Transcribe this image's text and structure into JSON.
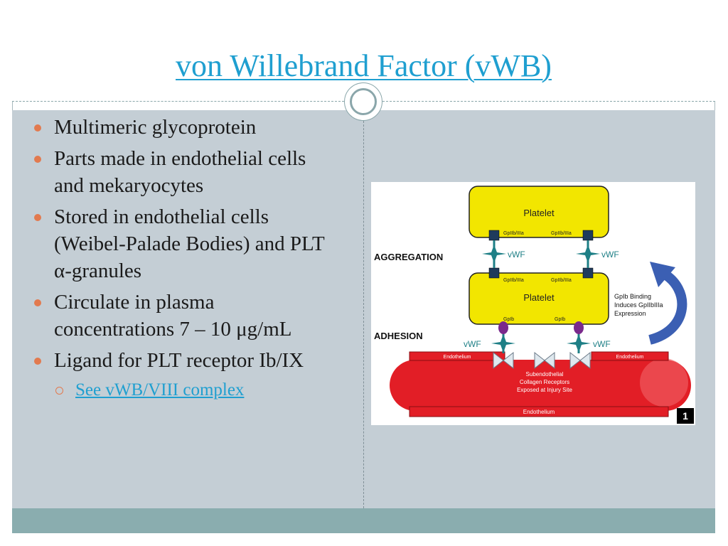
{
  "slide": {
    "title": "von Willebrand Factor (vWB)"
  },
  "bullets": [
    "Multimeric glycoprotein",
    "Parts made in endothelial cells and mekaryocytes",
    "Stored in endothelial cells (Weibel-Palade Bodies) and PLT α-granules",
    "Circulate in plasma concentrations 7 – 10 μg/mL",
    "Ligand for PLT receptor Ib/IX"
  ],
  "sub_bullet": {
    "link_text": "See vWB/VIII complex"
  },
  "diagram": {
    "platelet_top": "Platelet",
    "platelet_bottom": "Platelet",
    "receptor_gp2b3a": "GpIIb/IIIa",
    "receptor_gp1b": "GpIb",
    "vwf": "vWF",
    "aggregation": "AGGREGATION",
    "adhesion": "ADHESION",
    "endothelium": "Endothelium",
    "subendothelial_line1": "Subendothelial",
    "subendothelial_line2": "Collagen Receptors",
    "subendothelial_line3": "Exposed at Injury Site",
    "arrow_line1": "GpIb Binding",
    "arrow_line2": "Induces GpIIbIIIa",
    "arrow_line3": "Expression",
    "figure_number": "1"
  },
  "colors": {
    "title": "#1f9fd0",
    "bullet": "#e27a4f",
    "content_bg": "#c4ced5",
    "footer_bg": "#8aadaf",
    "platelet": "#f2e600",
    "endothelium": "#e21e26",
    "vwf": "#1e7f86",
    "arrow": "#3b5fb3"
  }
}
